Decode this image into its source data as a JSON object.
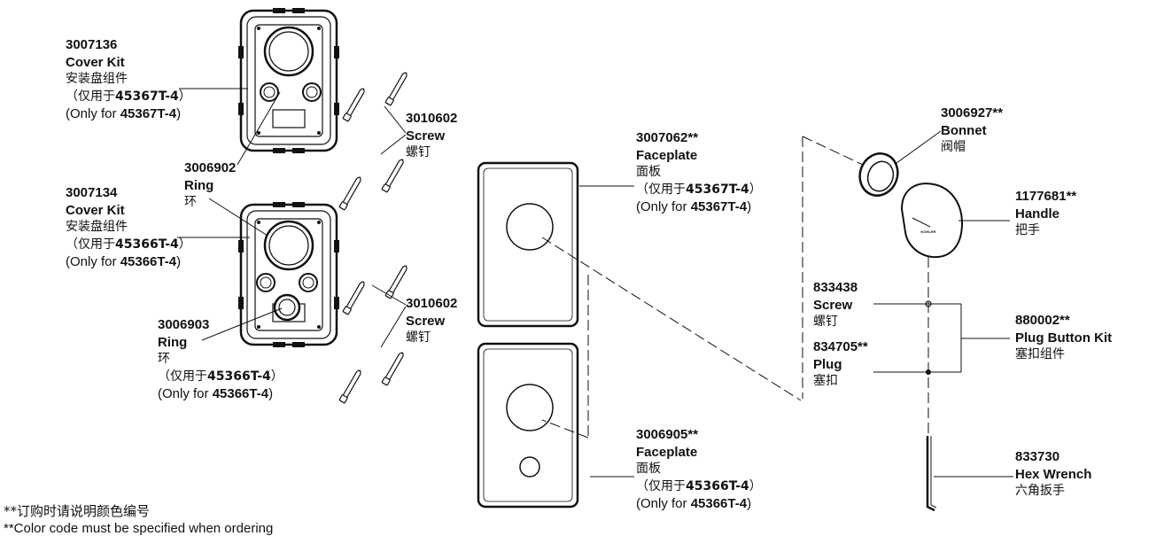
{
  "labels": {
    "cover_kit_a": {
      "part_no": "3007136",
      "name": "Cover Kit",
      "cn": "安装盘组件",
      "only_cn_pre": "（仅用于",
      "only_model": "45367T-4",
      "only_cn_post": "）",
      "only_en_pre": "(Only for ",
      "only_en_post": ")"
    },
    "ring_a": {
      "part_no": "3006902",
      "name": "Ring",
      "cn": "环"
    },
    "screw_a": {
      "part_no": "3010602",
      "name": "Screw",
      "cn": "螺钉"
    },
    "cover_kit_b": {
      "part_no": "3007134",
      "name": "Cover Kit",
      "cn": "安装盘组件",
      "only_cn_pre": "（仅用于",
      "only_model": "45366T-4",
      "only_cn_post": "）",
      "only_en_pre": "(Only for ",
      "only_en_post": ")"
    },
    "screw_b": {
      "part_no": "3010602",
      "name": "Screw",
      "cn": "螺钉"
    },
    "ring_b": {
      "part_no": "3006903",
      "name": "Ring",
      "cn": "环",
      "only_cn_pre": "（仅用于",
      "only_model": "45366T-4",
      "only_cn_post": "）",
      "only_en_pre": "(Only for ",
      "only_en_post": ")"
    },
    "faceplate_a": {
      "part_no": "3007062**",
      "name": "Faceplate",
      "cn": "面板",
      "only_cn_pre": "（仅用于",
      "only_model": "45367T-4",
      "only_cn_post": "）",
      "only_en_pre": "(Only for ",
      "only_en_post": ")"
    },
    "faceplate_b": {
      "part_no": "3006905**",
      "name": "Faceplate",
      "cn": "面板",
      "only_cn_pre": "（仅用于",
      "only_model": "45366T-4",
      "only_cn_post": "）",
      "only_en_pre": "(Only for ",
      "only_en_post": ")"
    },
    "bonnet": {
      "part_no": "3006927**",
      "name": "Bonnet",
      "cn": "阀帽"
    },
    "handle": {
      "part_no": "1177681**",
      "name": "Handle",
      "cn": "把手"
    },
    "screw_c": {
      "part_no": "833438",
      "name": "Screw",
      "cn": "螺钉"
    },
    "plug": {
      "part_no": "834705**",
      "name": "Plug",
      "cn": "塞扣"
    },
    "plug_button_kit": {
      "part_no": "880002**",
      "name": "Plug Button Kit",
      "cn": "塞扣组件"
    },
    "hex_wrench": {
      "part_no": "833730",
      "name": "Hex Wrench",
      "cn": "六角扳手"
    }
  },
  "notes": {
    "cn": "**订购时请说明颜色编号",
    "en": "**Color code must be specified when ordering"
  },
  "handle_logo": "KOHLER"
}
